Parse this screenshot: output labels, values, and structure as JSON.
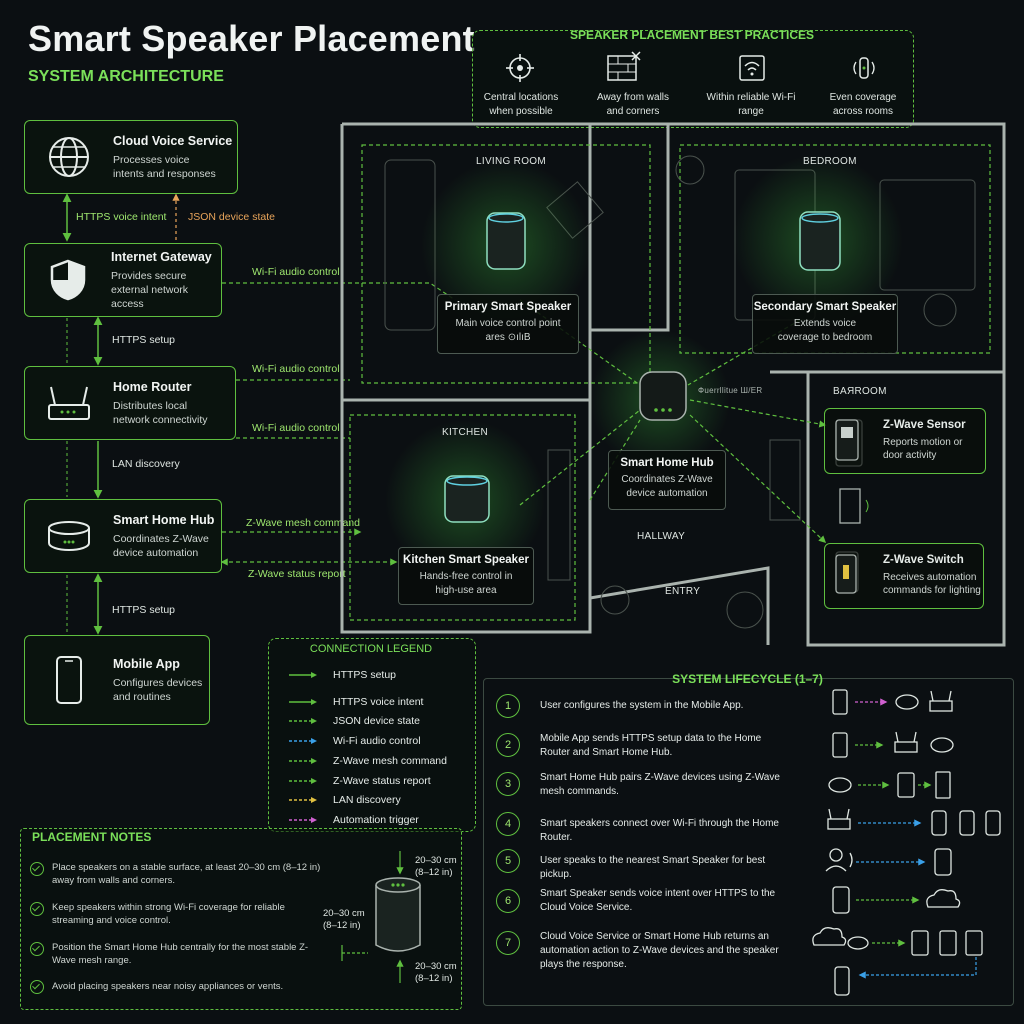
{
  "header": {
    "title": "Smart Speaker Placement",
    "subtitle": "SYSTEM ARCHITECTURE"
  },
  "colors": {
    "accent": "#5fbf3f",
    "orange": "#e8a45a",
    "blue": "#3aa0e8",
    "yellow": "#e0c040",
    "pink": "#d060d0",
    "background": "#0b0f12"
  },
  "architecture": {
    "nodes": [
      {
        "title": "Cloud Voice Service",
        "desc": "Processes voice intents and responses",
        "icon": "globe-icon"
      },
      {
        "title": "Internet Gateway",
        "desc": "Provides secure external network access",
        "icon": "shield-icon"
      },
      {
        "title": "Home Router",
        "desc": "Distributes local network connectivity",
        "icon": "router-icon"
      },
      {
        "title": "Smart Home Hub",
        "desc": "Coordinates Z-Wave device automation",
        "icon": "hub-icon"
      },
      {
        "title": "Mobile App",
        "desc": "Configures devices and routines",
        "icon": "phone-icon"
      }
    ],
    "links": {
      "https_voice": "HTTPS voice intent",
      "json_state": "JSON device state",
      "https_setup_1": "HTTPS setup",
      "lan_discovery": "LAN discovery",
      "https_setup_2": "HTTPS setup",
      "wifi_1": "Wi-Fi audio control",
      "wifi_2": "Wi-Fi audio control",
      "wifi_3": "Wi-Fi audio control",
      "zwave_cmd": "Z-Wave mesh command",
      "zwave_status": "Z-Wave status report"
    }
  },
  "best_practices": {
    "title": "SPEAKER PLACEMENT BEST PRACTICES",
    "items": [
      {
        "label": "Central locations when possible",
        "icon": "crosshair-icon"
      },
      {
        "label": "Away from walls and corners",
        "icon": "brick-wall-icon"
      },
      {
        "label": "Within reliable Wi-Fi range",
        "icon": "wifi-icon"
      },
      {
        "label": "Even coverage across rooms",
        "icon": "speaker-waves-icon"
      }
    ]
  },
  "floorplan": {
    "rooms": {
      "living": "LIVING ROOM",
      "bedroom": "BEDROOM",
      "kitchen": "KITCHEN",
      "hallway": "HALLWAY",
      "entry": "ENTRY",
      "bathroom": "BAЯROOM"
    },
    "speakers": [
      {
        "title": "Primary Smart Speaker",
        "desc": "Main voice control point ares ⊙ılıB"
      },
      {
        "title": "Secondary Smart Speaker",
        "desc": "Extends voice coverage to bedroom"
      },
      {
        "title": "Kitchen Smart Speaker",
        "desc": "Hands-free control in high-use area"
      }
    ],
    "hub": {
      "title": "Smart Home Hub",
      "desc": "Coordinates Z-Wave device automation",
      "tag": "Фuerrllitue Ш/ER"
    },
    "zwave": [
      {
        "title": "Z-Wave Sensor",
        "desc": "Reports motion or door activity"
      },
      {
        "title": "Z-Wave Switch",
        "desc": "Receives automation commands for lighting"
      }
    ]
  },
  "legend": {
    "title": "CONNECTION LEGEND",
    "items": [
      {
        "label": "HTTPS setup",
        "color": "#5fbf3f",
        "style": "solid"
      },
      {
        "label": "HTTPS voice intent",
        "color": "#5fbf3f",
        "style": "solid"
      },
      {
        "label": "JSON device state",
        "color": "#5fbf3f",
        "style": "dashed"
      },
      {
        "label": "Wi-Fi audio control",
        "color": "#3aa0e8",
        "style": "dashed"
      },
      {
        "label": "Z-Wave mesh command",
        "color": "#5fbf3f",
        "style": "dashed"
      },
      {
        "label": "Z-Wave status report",
        "color": "#5fbf3f",
        "style": "dashed"
      },
      {
        "label": "LAN discovery",
        "color": "#e0c040",
        "style": "dashed"
      },
      {
        "label": "Automation trigger",
        "color": "#d060d0",
        "style": "dashed"
      }
    ]
  },
  "lifecycle": {
    "title": "SYSTEM LIFECYCLE (1–7)",
    "steps": [
      {
        "num": "1",
        "text": "User configures the system in the Mobile App."
      },
      {
        "num": "2",
        "text": "Mobile App sends HTTPS setup data to the Home Router and Smart Home Hub."
      },
      {
        "num": "3",
        "text": "Smart Home Hub pairs Z-Wave devices using Z-Wave mesh commands."
      },
      {
        "num": "4",
        "text": "Smart speakers connect over Wi-Fi through the Home Router."
      },
      {
        "num": "5",
        "text": "User speaks to the nearest Smart Speaker for best pickup."
      },
      {
        "num": "6",
        "text": "Smart Speaker sends voice intent over HTTPS to the Cloud Voice Service."
      },
      {
        "num": "7",
        "text": "Cloud Voice Service or Smart Home Hub returns an automation action to Z-Wave devices and the speaker plays the response."
      }
    ]
  },
  "notes": {
    "title": "PLACEMENT NOTES",
    "items": [
      "Place speakers on a stable surface, at least 20–30 cm (8–12 in) away from walls and corners.",
      "Keep speakers within strong Wi-Fi coverage for reliable streaming and voice control.",
      "Position the Smart Home Hub centrally for the most stable Z-Wave mesh range.",
      "Avoid placing speakers near noisy appliances or vents."
    ],
    "dims": {
      "top": "20–30 cm (8–12 in)",
      "side": "20–30 cm (8–12 in)",
      "bottom": "20–30 cm (8–12 in)"
    }
  }
}
